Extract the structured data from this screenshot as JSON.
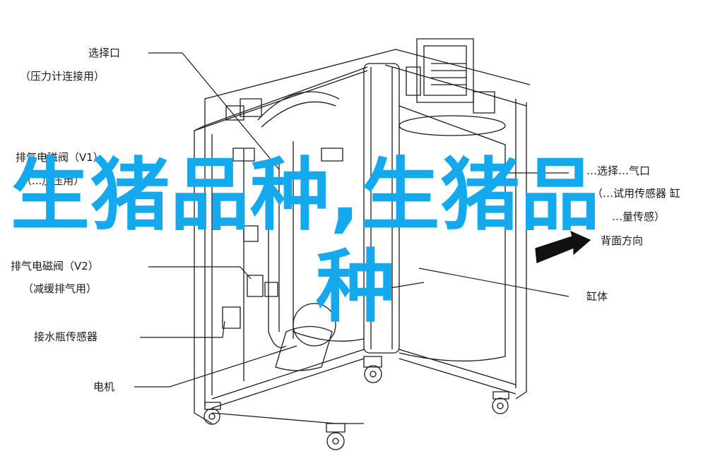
{
  "overlay": {
    "line1": "生猪品种,生猪品",
    "line2": "种"
  },
  "callouts": {
    "selection_port": "选择口",
    "selection_port_note": "（压力计连接用）",
    "exhaust_valve_v1": "排气电磁阀（V1）",
    "exhaust_valve_v1_note": "（...加压用）",
    "exhaust_valve_v2": "排气电磁阀（V2）",
    "exhaust_valve_v2_note": "（减缓排气用）",
    "water_bottle_sensor": "接水瓶传感器",
    "motor": "电机",
    "pressure_right": "…选择…气口",
    "pressure_right_note": "（…试用传感器 缸",
    "pressure_right_note2": "…量传感）",
    "back_direction": "背面方向",
    "cylinder": "缸体"
  },
  "colors": {
    "overlay": "#14a9ec",
    "line": "#1a1a1a",
    "arrow": "#111111"
  }
}
